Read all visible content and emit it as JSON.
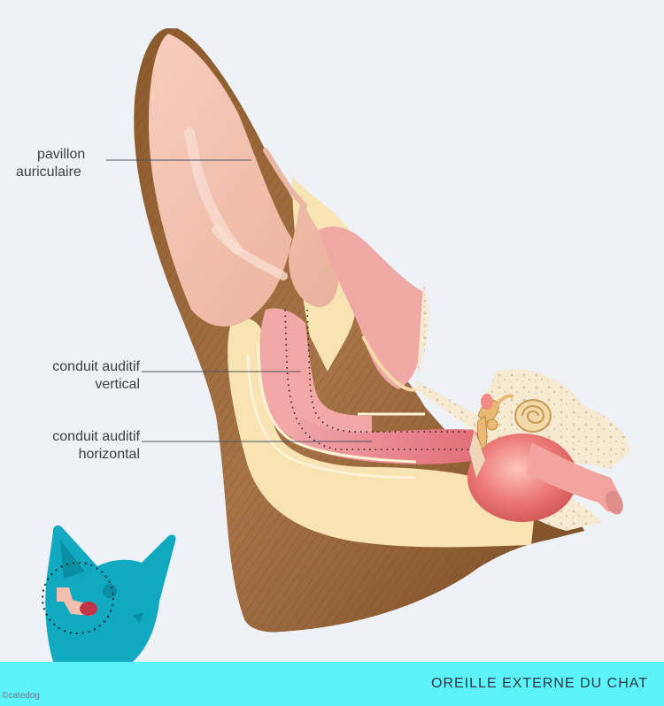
{
  "labels": {
    "pinna_line1": "pavillon",
    "pinna_line2": "auriculaire",
    "vertical_line1": "conduit auditif",
    "vertical_line2": "vertical",
    "horizontal_line1": "conduit auditif",
    "horizontal_line2": "horizontal"
  },
  "footer": {
    "title": "OREILLE EXTERNE DU CHAT",
    "credit": "©catedog"
  },
  "colors": {
    "background": "#eef1f5",
    "fur": "#9a6a3a",
    "skin": "#f4c2ae",
    "cartilage": "#f6e3b4",
    "canal": "#e8848f",
    "cat_icon": "#10a9bf",
    "footer_bar": "#5df3fb"
  }
}
